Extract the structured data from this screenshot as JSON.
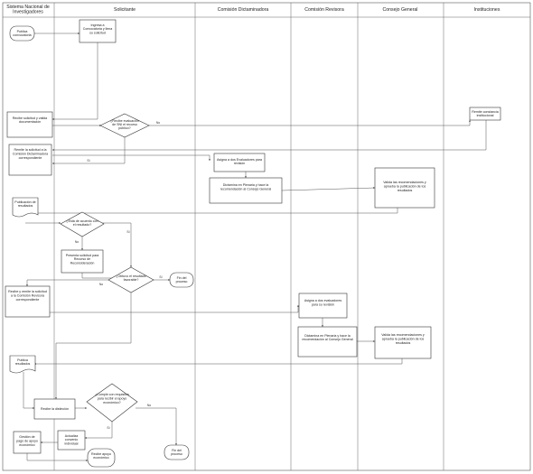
{
  "lanes": [
    {
      "id": "sni",
      "title": "Sistema Nacional de Investigadores"
    },
    {
      "id": "sol",
      "title": "Solicitante"
    },
    {
      "id": "cd",
      "title": "Comisión Dictaminadora"
    },
    {
      "id": "cr",
      "title": "Comisión Revisora"
    },
    {
      "id": "cg",
      "title": "Consejo General"
    },
    {
      "id": "ins",
      "title": "Instituciones"
    }
  ],
  "nodes": [
    {
      "id": "n1",
      "label": "Publica convocatoria"
    },
    {
      "id": "n2",
      "label": "Ingresa a Convocatoria y llena su solicitud"
    },
    {
      "id": "n3",
      "label": "Recibe solicitud y valida documentación"
    },
    {
      "id": "n4",
      "label": "¿Recibe evaluación de SNI el recurso público?"
    },
    {
      "id": "n5",
      "label": "Remite constancia institucional"
    },
    {
      "id": "n6",
      "label": "Remite la solicitud a la Comisión Dictaminadora correspondiente"
    },
    {
      "id": "n7",
      "label": "Asigna a dos Evaluadores para revisión"
    },
    {
      "id": "n8",
      "label": "Dictamina en Plenaria y hace la recomendación al Consejo General"
    },
    {
      "id": "n9",
      "label": "Valida las recomendaciones y aprueba la publicación de los resultados"
    },
    {
      "id": "n10",
      "label": "Publicación de resultados"
    },
    {
      "id": "n11",
      "label": "¿Está de acuerdo con el resultado?"
    },
    {
      "id": "n12",
      "label": "Presenta solicitud para Recurso de Reconsideración"
    },
    {
      "id": "n13",
      "label": "¿Obtuvo el resultado favorable?"
    },
    {
      "id": "n14",
      "label": "Fin del proceso"
    },
    {
      "id": "n15",
      "label": "Recibe y remite la solicitud a la Comisión Revisora correspondiente"
    },
    {
      "id": "n16",
      "label": "Asigna a dos evaluadores para su revisión"
    },
    {
      "id": "n17",
      "label": "Dictamina en Plenaria y hace la recomendación al Consejo General"
    },
    {
      "id": "n18",
      "label": "Valida las recomendaciones y aprueba la publicación de los resultados"
    },
    {
      "id": "n19",
      "label": "Publica resultados"
    },
    {
      "id": "n20",
      "label": "Recibe la distinción"
    },
    {
      "id": "n21",
      "label": "¿Cumple con requisitos para recibir el apoyo económico?"
    },
    {
      "id": "n22",
      "label": "Fin del proceso"
    },
    {
      "id": "n23",
      "label": "Gestión de pago de apoyo económico"
    },
    {
      "id": "n24",
      "label": "Actualiza convenio individual"
    },
    {
      "id": "n25",
      "label": "Recibe apoyo económico"
    }
  ],
  "edge_labels": [
    {
      "id": "e_no_1",
      "label": "No"
    },
    {
      "id": "e_si_1",
      "label": "Sí"
    },
    {
      "id": "e_no_2",
      "label": "No"
    },
    {
      "id": "e_si_2",
      "label": "Sí"
    },
    {
      "id": "e_si_3",
      "label": "Sí"
    },
    {
      "id": "e_no_3",
      "label": "No"
    },
    {
      "id": "e_no_4",
      "label": "No"
    },
    {
      "id": "e_si_4",
      "label": "Sí"
    }
  ],
  "colors": {
    "stroke": "#333333",
    "edge": "#555555",
    "background": "#ffffff"
  }
}
